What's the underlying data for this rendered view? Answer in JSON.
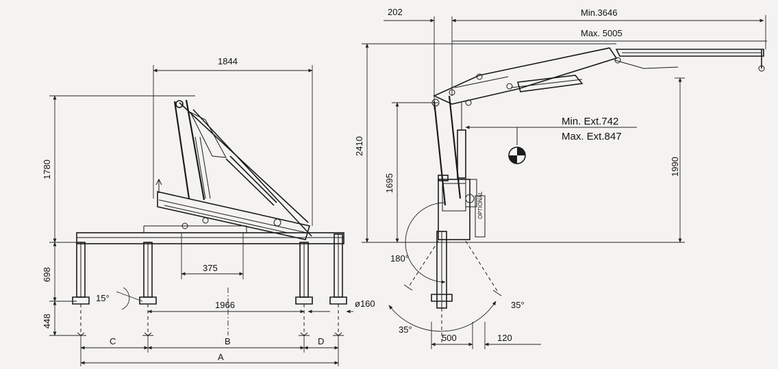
{
  "left_view": {
    "width_1844": "1844",
    "height_1780": "1780",
    "height_698": "698",
    "height_448": "448",
    "dim_375": "375",
    "dim_1966": "1966",
    "angle_15": "15°",
    "dia_160": "ø160",
    "label_A": "A",
    "label_B": "B",
    "label_C": "C",
    "label_D": "D"
  },
  "right_view": {
    "dim_202": "202",
    "min_3646": "Min.3646",
    "max_5005": "Max. 5005",
    "height_2410": "2410",
    "height_1695": "1695",
    "height_1990": "1990",
    "min_ext": "Min. Ext.742",
    "max_ext": "Max. Ext.847",
    "angle_180": "180°",
    "angle_35_left": "35°",
    "angle_35_right": "35°",
    "dim_500": "500",
    "dim_120": "120",
    "optional": "OPTIONAL"
  }
}
